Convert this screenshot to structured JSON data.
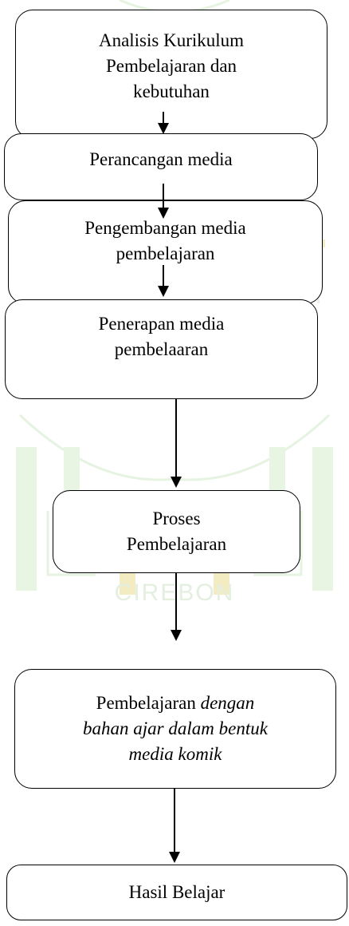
{
  "watermark": {
    "text": "CIREBON",
    "color": "#e7f4e2",
    "accent": "#f1e7b0"
  },
  "steps": [
    {
      "lines": [
        "Analisis Kurikulum",
        "Pembelajaran dan",
        "kebutuhan"
      ]
    },
    {
      "lines": [
        "Perancangan media"
      ]
    },
    {
      "lines": [
        "Pengembangan media",
        "pembelajaran"
      ]
    },
    {
      "lines": [
        "Penerapan media",
        "pembelaaran"
      ]
    },
    {
      "lines": [
        "Proses",
        "Pembelajaran"
      ]
    },
    {
      "lines": [
        "Pembelajaran",
        "dengan",
        "bahan ajar dalam bentuk",
        "media komik"
      ]
    },
    {
      "lines": [
        "Hasil Belajar"
      ]
    }
  ]
}
